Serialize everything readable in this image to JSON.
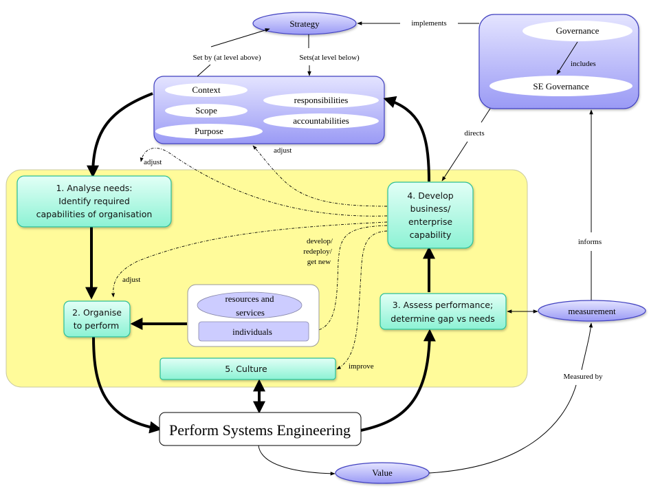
{
  "colors": {
    "lavender_top": "#dcdcff",
    "lavender_bottom": "#9a9af5",
    "lavender_stroke": "#4040c0",
    "mint_top": "#dcfff4",
    "mint_bottom": "#8ef3d6",
    "mint_stroke": "#2cbf96",
    "yellow_panel": "#fffb9a",
    "light_purple": "#ccccff"
  },
  "strategy": {
    "label": "Strategy"
  },
  "context_box": {
    "items_left": [
      "Context",
      "Scope",
      "Purpose"
    ],
    "items_right": [
      "responsibilities",
      "accountabilities"
    ]
  },
  "governance_box": {
    "governance": "Governance",
    "se_governance": "SE Governance",
    "includes": "includes"
  },
  "steps": {
    "step1": [
      "1. Analyse needs:",
      "Identify required",
      "capabilities of organisation"
    ],
    "step2": [
      "2. Organise",
      "to perform"
    ],
    "step3": [
      "3. Assess performance;",
      "determine gap vs needs"
    ],
    "step4": [
      "4. Develop",
      "business/",
      "enterprise",
      "capability"
    ],
    "step5": "5. Culture"
  },
  "resources": {
    "resources_services": [
      "resources and",
      "services"
    ],
    "individuals": "individuals"
  },
  "perform": "Perform Systems Engineering",
  "measurement": "measurement",
  "value": "Value",
  "edge_labels": {
    "implements": "implements",
    "set_by": "Set by (at level above)",
    "sets": "Sets(at level below)",
    "directs": "directs",
    "informs": "informs",
    "measured_by": "Measured by",
    "adjust_top": "adjust",
    "adjust_left": "adjust",
    "adjust_step2": "adjust",
    "develop": [
      "develop/",
      "redeploy/",
      "get new"
    ],
    "improve": "improve"
  }
}
